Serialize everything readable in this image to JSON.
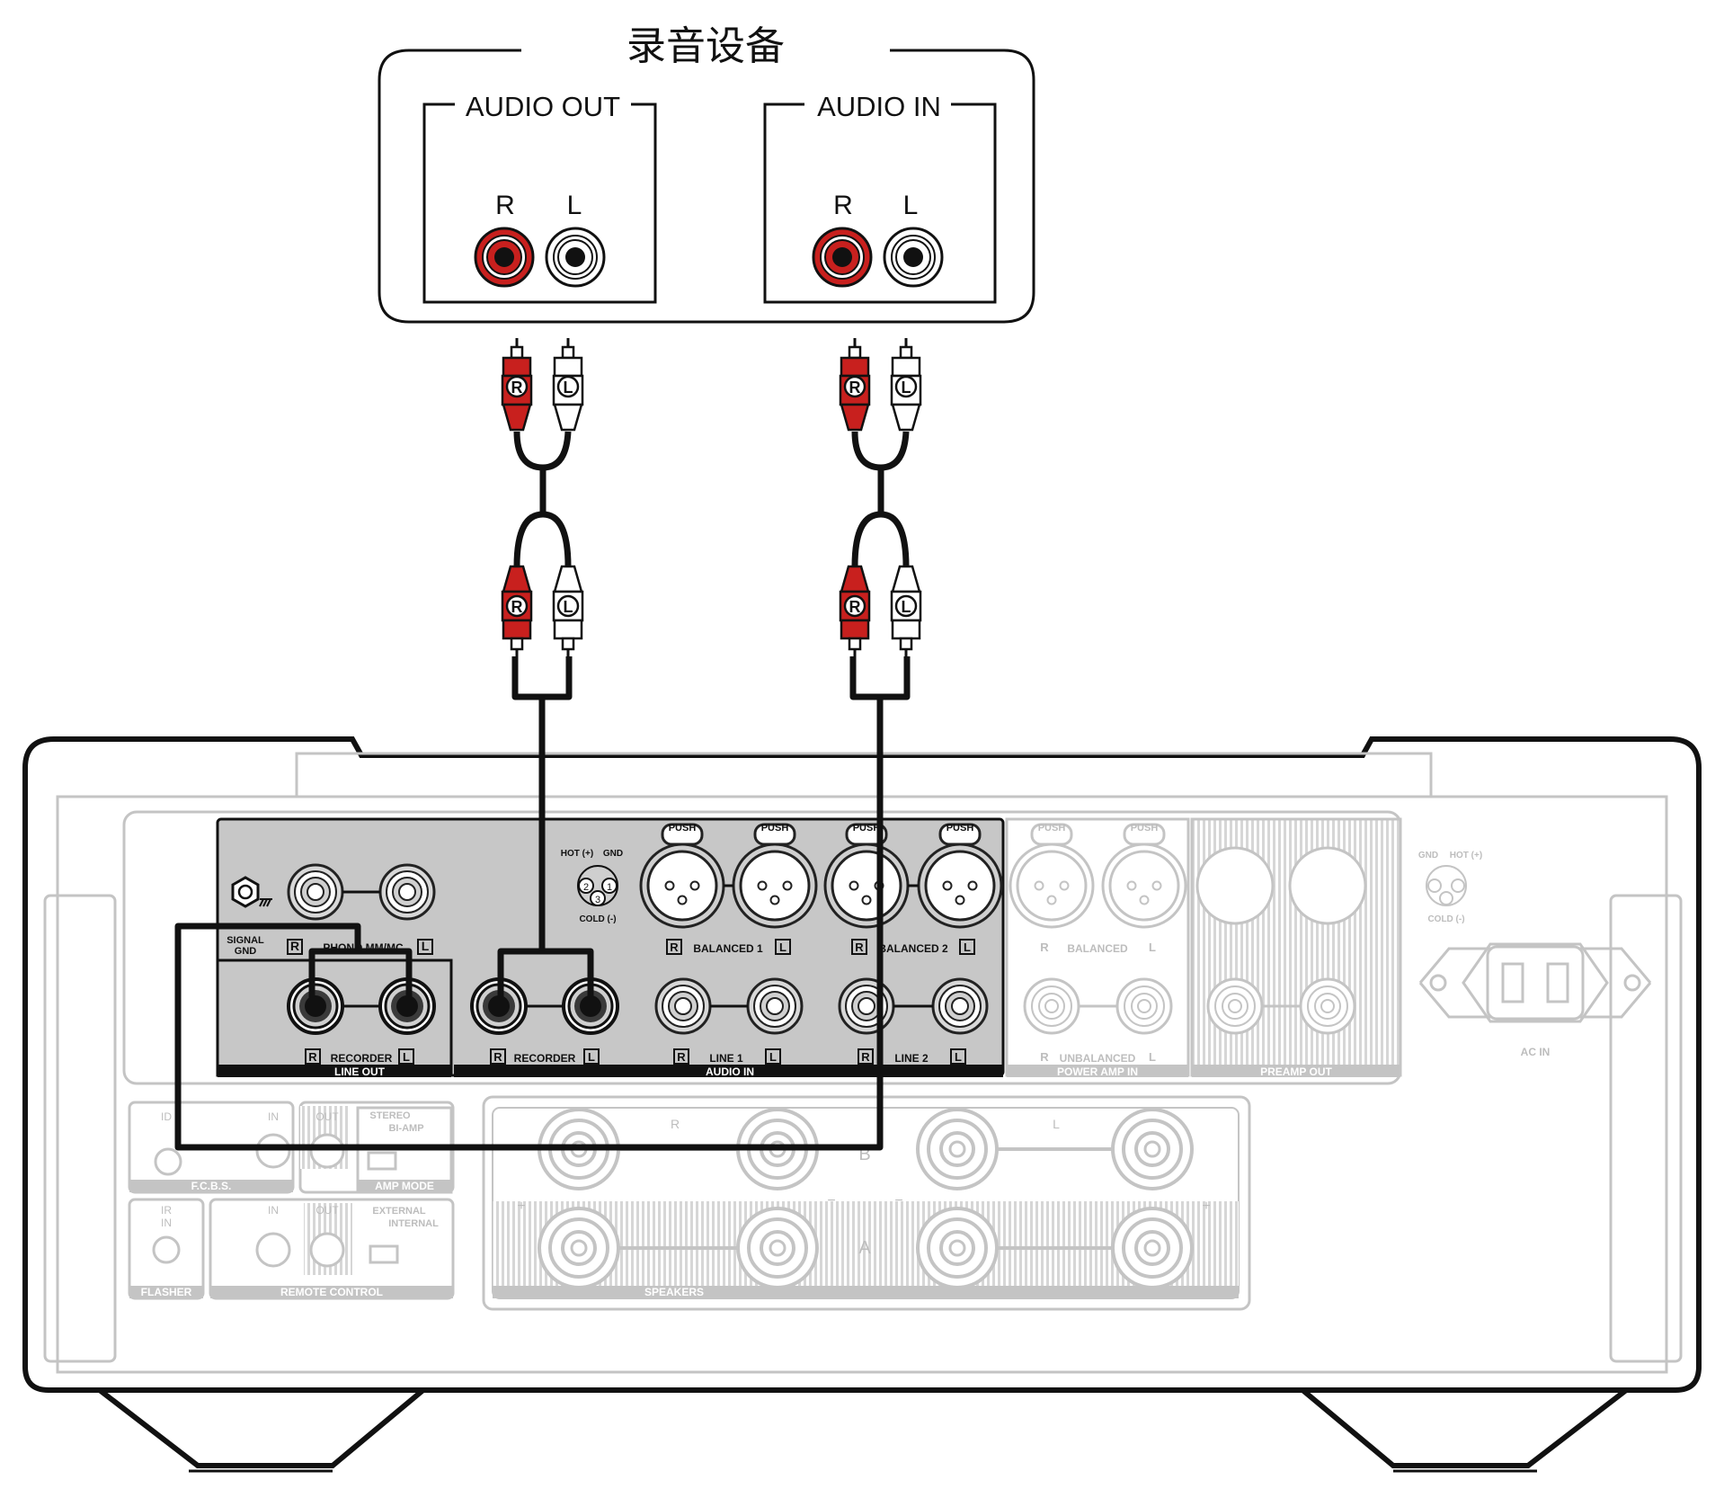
{
  "recorder": {
    "title": "录音设备",
    "audio_out_label": "AUDIO OUT",
    "audio_in_label": "AUDIO IN",
    "r_label": "R",
    "l_label": "L"
  },
  "cable": {
    "r_badge": "R",
    "l_badge": "L"
  },
  "amp": {
    "signal_gnd": [
      "SIGNAL",
      "GND"
    ],
    "push_label": "PUSH",
    "xlr_pins": {
      "hot": "HOT (+)",
      "gnd": "GND",
      "cold": "COLD (-)",
      "p1": "1",
      "p2": "2",
      "p3": "3"
    },
    "port_r": "R",
    "port_l": "L",
    "phono_label": "PHONO MM/MC",
    "recorder_label": "RECORDER",
    "balanced1": "BALANCED 1",
    "balanced2": "BALANCED 2",
    "balanced": "BALANCED",
    "line1": "LINE 1",
    "line2": "LINE 2",
    "unbalanced": "UNBALANCED",
    "group_line_out": "LINE OUT",
    "group_audio_in": "AUDIO IN",
    "group_power_amp_in": "POWER AMP IN",
    "group_preamp_out": "PREAMP OUT",
    "ac_in": "AC IN",
    "fcbs": {
      "id": "ID",
      "in": "IN",
      "out": "OUT",
      "label": "F.C.B.S."
    },
    "amp_mode": {
      "stereo": "STEREO",
      "biamp": "BI-AMP",
      "label": "AMP MODE"
    },
    "flasher": {
      "ir": "IR",
      "in": "IN",
      "label": "FLASHER"
    },
    "remote": {
      "in": "IN",
      "out": "OUT",
      "external": "EXTERNAL",
      "internal": "INTERNAL",
      "label": "REMOTE CONTROL"
    },
    "speakers": {
      "r": "R",
      "l": "L",
      "b": "B",
      "a": "A",
      "plus": "+",
      "minus": "−",
      "label": "SPEAKERS"
    }
  },
  "colors": {
    "cable": "#111111",
    "red_plug": "#c8201e",
    "panel_gray": "#c7c7c7",
    "faded": "#bdbdbd"
  }
}
